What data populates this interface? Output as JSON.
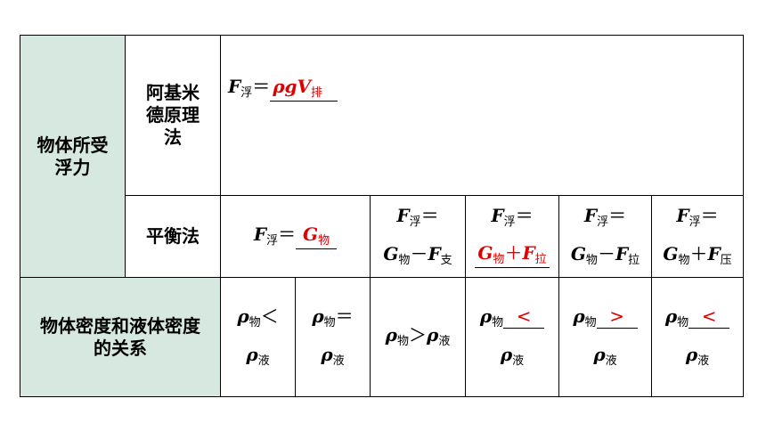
{
  "table": {
    "buoyancy_header": "物体所受浮力",
    "archimedes_method": "阿基米德原理法",
    "archimedes_formula": {
      "lhs": "F",
      "lhs_sub": "浮",
      "eq": "＝",
      "rhs_rho": "ρ",
      "rhs_g": "g",
      "rhs_V": "V",
      "rhs_sub": "排"
    },
    "balance_method": "平衡法",
    "balance_cases": [
      {
        "lhs": "F",
        "lhs_sub": "浮",
        "eq": "＝",
        "rhs": "G",
        "rhs_sub": "物"
      },
      {
        "lhs": "F",
        "lhs_sub": "浮",
        "eq": "＝",
        "a": "G",
        "a_sub": "物",
        "op": "－",
        "b": "F",
        "b_sub": "支"
      },
      {
        "lhs": "F",
        "lhs_sub": "浮",
        "eq": "＝",
        "a": "G",
        "a_sub": "物",
        "op": "＋",
        "b": "F",
        "b_sub": "拉"
      },
      {
        "lhs": "F",
        "lhs_sub": "浮",
        "eq": "＝",
        "a": "G",
        "a_sub": "物",
        "op": "－",
        "b": "F",
        "b_sub": "拉"
      },
      {
        "lhs": "F",
        "lhs_sub": "浮",
        "eq": "＝",
        "a": "G",
        "a_sub": "物",
        "op": "＋",
        "b": "F",
        "b_sub": "压"
      }
    ],
    "density_header": "物体密度和液体密度的关系",
    "density_cases": [
      {
        "a": "ρ",
        "a_sub": "物",
        "rel": "＜",
        "b": "ρ",
        "b_sub": "液"
      },
      {
        "a": "ρ",
        "a_sub": "物",
        "rel": "＝",
        "b": "ρ",
        "b_sub": "液"
      },
      {
        "a": "ρ",
        "a_sub": "物",
        "rel": "＞",
        "b": "ρ",
        "b_sub": "液"
      },
      {
        "a": "ρ",
        "a_sub": "物",
        "rel": "<",
        "b": "ρ",
        "b_sub": "液"
      },
      {
        "a": "ρ",
        "a_sub": "物",
        "rel": ">",
        "b": "ρ",
        "b_sub": "液"
      },
      {
        "a": "ρ",
        "a_sub": "物",
        "rel": "<",
        "b": "ρ",
        "b_sub": "液"
      }
    ],
    "colors": {
      "header_bg": "#d6e8e0",
      "answer": "#e00000",
      "border": "#000000"
    }
  }
}
